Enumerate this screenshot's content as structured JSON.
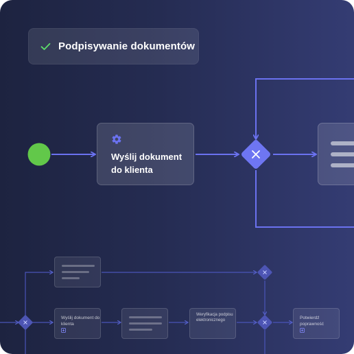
{
  "header": {
    "title": "Podpisywanie dokumentów",
    "check_icon": "check-icon"
  },
  "main_flow": {
    "start_event": "start-event-circle",
    "send_task": {
      "label": "Wyślij dokument do klienta",
      "icon": "gear-icon"
    },
    "gateway_icon": "close-icon",
    "next_task_icon": "document-lines-icon"
  },
  "mini_flow": {
    "tasks": [
      {
        "label": "Wyślij dokument do klienta"
      },
      {
        "label": "Weryfikacja podpisu elektronicznego"
      },
      {
        "label": "Potwierdź poprawność"
      }
    ]
  },
  "colors": {
    "accent": "#6b72f0",
    "gateway": "#6e76f2",
    "start_event": "#62c84a",
    "check": "#5ee06a",
    "background_left": "#1d2340",
    "background_right": "#343c73"
  }
}
